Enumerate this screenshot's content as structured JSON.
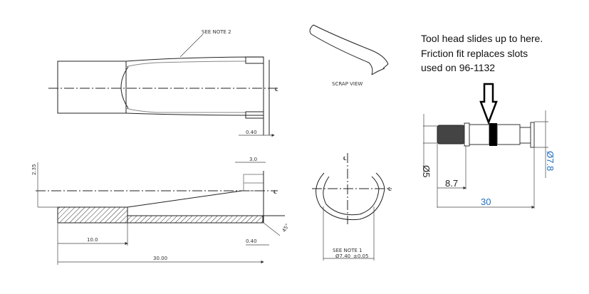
{
  "top_view": {
    "note_label": "SEE NOTE 2",
    "dim_wall": "0.40",
    "centerline_symbol": "℄"
  },
  "section_view": {
    "dim_height": "2.35",
    "dim_slot": "3.0",
    "dim_length_10": "10.0",
    "dim_wall": "0.40",
    "dim_total": "30.00",
    "dim_angle": "45°",
    "centerline_symbol": "℄"
  },
  "scrap_view": {
    "label": "SCRAP VIEW"
  },
  "end_view": {
    "note_label": "SEE NOTE 1",
    "diameter": "Ø7.40",
    "tolerance": "±0.05",
    "centerline_symbol": "℄"
  },
  "annotation": {
    "lines": [
      "Tool head slides up to here.",
      "Friction fit replaces slots",
      "used on  96-1132"
    ]
  },
  "tool_head": {
    "dim_diameter_small": "Ø5",
    "dim_knurl_length": "8.7",
    "dim_total": "30",
    "dim_diameter_large": "Ø7.8"
  }
}
